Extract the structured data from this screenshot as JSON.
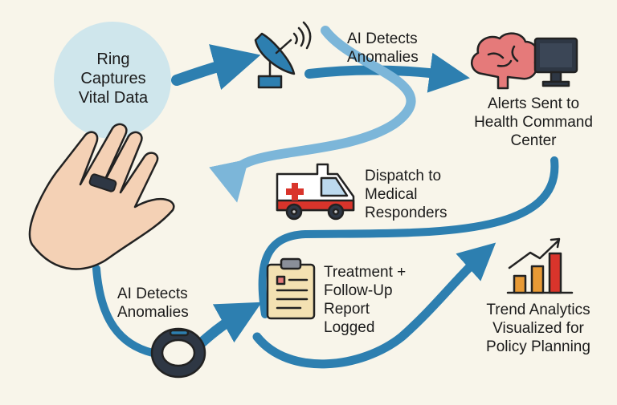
{
  "colors": {
    "flow": "#2d7fb0",
    "flow_light": "#7cb6d9",
    "bubble": "#cfe6ec",
    "skin": "#f4d1b5",
    "outline": "#222222",
    "brain": "#e57a7a",
    "red": "#d9342b",
    "bar": "#e89a35",
    "paper": "#f3e1b2",
    "background": "#f8f5ea"
  },
  "nodes": {
    "ring_captures": {
      "text": "Ring\nCaptures\nVital Data",
      "icons": [
        "hand-icon",
        "ring-icon"
      ]
    },
    "ai_detects_top": {
      "text": "AI Detects\nAnomalies",
      "icons": [
        "satellite-dish-icon"
      ]
    },
    "alerts": {
      "text": "Alerts Sent to\nHealth Command\nCenter",
      "icons": [
        "brain-icon",
        "monitor-icon"
      ]
    },
    "dispatch": {
      "text": "Dispatch to\nMedical\nResponders",
      "icons": [
        "ambulance-icon"
      ]
    },
    "ai_detects_bottom": {
      "text": "AI Detects\nAnomalies",
      "icons": [
        "smart-ring-icon"
      ]
    },
    "treatment": {
      "text": "Treatment +\nFollow-Up\nReport\nLogged",
      "icons": [
        "clipboard-icon"
      ]
    },
    "trend": {
      "text": "Trend Analytics\nVisualized for\nPolicy Planning",
      "icons": [
        "bar-chart-icon"
      ]
    }
  }
}
